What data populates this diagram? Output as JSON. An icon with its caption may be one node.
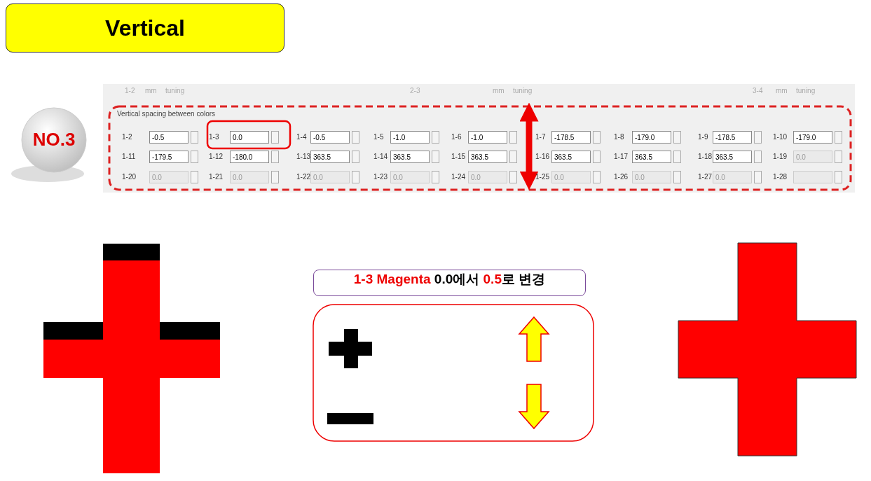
{
  "diagram": {
    "title": "Vertical",
    "labels": [
      "NO.3",
      "1-2",
      "mm",
      "tuning",
      "2-3",
      "mm",
      "tuning",
      "3-4",
      "mm",
      "tuning",
      "Vertical spacing between colors",
      "1-2",
      "-0.5",
      "1-3",
      "0.0",
      "1-4",
      "-0.5",
      "1-5",
      "-1.0",
      "1-6",
      "-1.0",
      "1-7",
      "-178.5",
      "1-8",
      "-179.0",
      "1-9",
      "-178.5",
      "1-10",
      "-179.0",
      "1-11",
      "-179.5",
      "1-12",
      "-180.0",
      "1-13",
      "363.5",
      "1-14",
      "363.5",
      "1-15",
      "363.5",
      "1-16",
      "363.5",
      "1-17",
      "363.5",
      "1-18",
      "363.5",
      "1-19",
      "0.0",
      "1-20",
      "0.0",
      "1-21",
      "0.0",
      "1-22",
      "0.0",
      "1-23",
      "0.0",
      "1-24",
      "0.0",
      "1-25",
      "0.0",
      "1-26",
      "0.0",
      "1-27",
      "0.0",
      "1-28",
      "1-3 Magenta",
      "0.0에서",
      "0.5",
      "로 변경"
    ]
  }
}
